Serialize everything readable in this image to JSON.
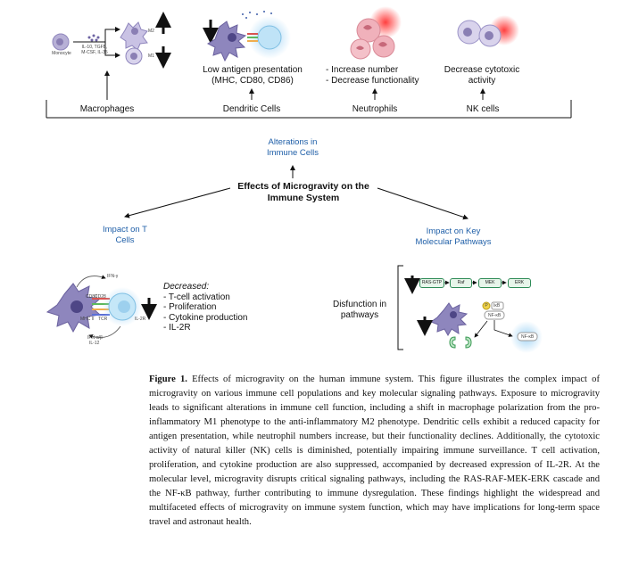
{
  "top_row": {
    "macrophage": {
      "monocyte": "Monocyte",
      "cytokines": "IL-10, TGFB,\nM-CSF, IL-35",
      "m2": "M2",
      "m1": "M1",
      "label": "Macrophages"
    },
    "dendritic": {
      "effect": "Low antigen presentation\n(MHC, CD80, CD86)",
      "label": "Dendritic Cells"
    },
    "neutrophils": {
      "effect": "- Increase number\n- Decrease functionality",
      "label": "Neutrophils"
    },
    "nk": {
      "effect": "Decrease cytotoxic\nactivity",
      "label": "NK cells"
    }
  },
  "center": {
    "alterations": "Alterations in\nImmune Cells",
    "title": "Effects of Microgravity on the\nImmune System",
    "tcells_heading": "Impact on T\nCells",
    "pathways_heading": "Impact on Key\nMolecular Pathways"
  },
  "tcell": {
    "decreased": "Decreased:",
    "items": [
      "- T-cell activation",
      "- Proliferation",
      "- Cytokine production",
      "- IL-2R"
    ],
    "tiny": [
      "IFN-γ",
      "CD28",
      "CD80",
      "MHC II",
      "TCR",
      "IL-2R",
      "IFN-α/β",
      "IL-12"
    ]
  },
  "pathways": {
    "label": "Disfunction in\npathways",
    "cascade": [
      "RAS-GTP",
      "Raf",
      "MEK",
      "ERK"
    ],
    "p": "P",
    "ikb": "IκB",
    "nfkb1": "NF-κB",
    "nfkb2": "NF-κB"
  },
  "caption": {
    "label": "Figure 1.",
    "text": "Effects of microgravity on the human immune system. This figure illustrates the complex impact of microgravity on various immune cell populations and key molecular signaling pathways. Exposure to microgravity leads to significant alterations in immune cell function, including a shift in macrophage polarization from the pro-inflammatory M1 phenotype to the anti-inflammatory M2 phenotype. Dendritic cells exhibit a reduced capacity for antigen presentation, while neutrophil numbers increase, but their functionality declines. Additionally, the cytotoxic activity of natural killer (NK) cells is diminished, potentially impairing immune surveillance. T cell activation, proliferation, and cytokine production are also suppressed, accompanied by decreased expression of IL-2R. At the molecular level, microgravity disrupts critical signaling pathways, including the RAS-RAF-MEK-ERK cascade and the NF-κB pathway, further contributing to immune dysregulation. These findings highlight the widespread and multifaceted effects of microgravity on immune system function, which may have implications for long-term space travel and astronaut health."
  },
  "colors": {
    "accent_blue": "#1f5fa8",
    "cell_purple": "#8a7fb4",
    "neutrophil_pink": "#e79aa6",
    "glow_red": "#e8303a",
    "tcell_blue": "#a9d6ef",
    "cascade_green": "#2e8b57"
  }
}
